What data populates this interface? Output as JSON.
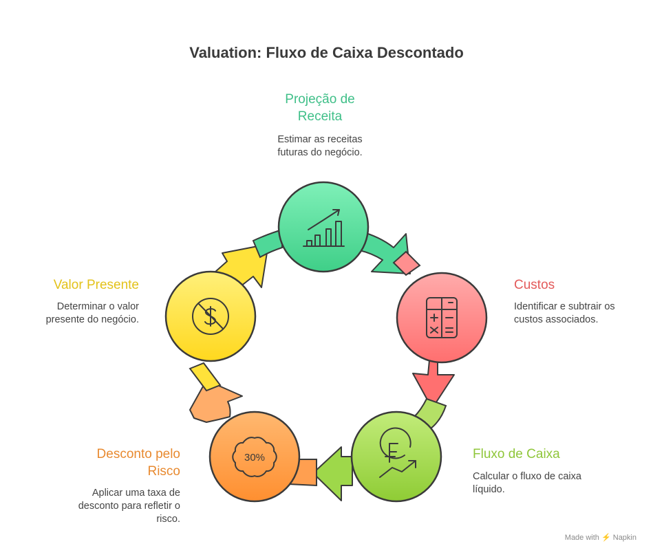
{
  "title": "Valuation: Fluxo de Caixa Descontado",
  "steps": [
    {
      "id": "projecao",
      "title_lines": [
        "Projeção de",
        "Receita"
      ],
      "desc_lines": [
        "Estimar as receitas",
        "futuras do negócio."
      ],
      "color": "#3fbf88",
      "fill": "#5fe0a0",
      "icon": "bar-chart-growth-icon"
    },
    {
      "id": "custos",
      "title_lines": [
        "Custos"
      ],
      "desc_lines": [
        "Identificar e subtrair os",
        "custos associados."
      ],
      "color": "#e35a5a",
      "fill": "#ff8a8a",
      "icon": "calculator-icon"
    },
    {
      "id": "fluxo",
      "title_lines": [
        "Fluxo de Caixa"
      ],
      "desc_lines": [
        "Calcular o fluxo de caixa",
        "líquido."
      ],
      "color": "#8fc63a",
      "fill": "#a8dd55",
      "icon": "franc-coin-trend-icon"
    },
    {
      "id": "desconto",
      "title_lines": [
        "Desconto pelo",
        "Risco"
      ],
      "desc_lines": [
        "Aplicar uma taxa de",
        "desconto para refletir o",
        "risco."
      ],
      "color": "#e88a30",
      "fill": "#ff9f45",
      "icon": "discount-badge-icon",
      "icon_text": "30%"
    },
    {
      "id": "valor",
      "title_lines": [
        "Valor Presente"
      ],
      "desc_lines": [
        "Determinar o valor",
        "presente do negócio."
      ],
      "color": "#e3c21a",
      "fill": "#ffe23a",
      "icon": "no-dollar-icon"
    }
  ],
  "footer": {
    "made_with": "Made with",
    "brand": "Napkin"
  }
}
